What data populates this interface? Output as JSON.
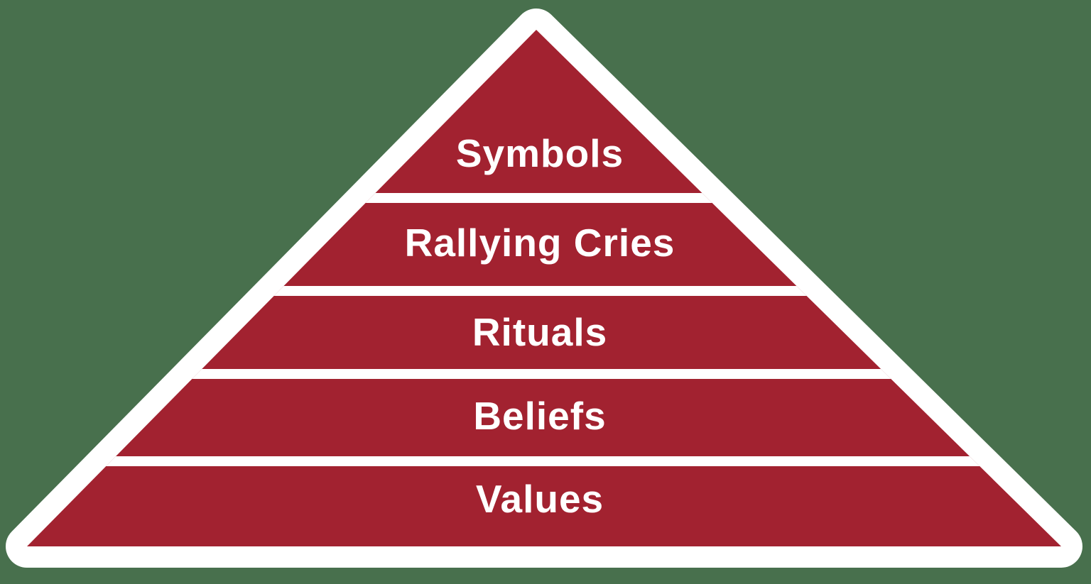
{
  "diagram": {
    "name": "culture-pyramid",
    "type": "pyramid",
    "tier_count": 5,
    "tiers": [
      {
        "label": "Symbols",
        "level": 1
      },
      {
        "label": "Rallying Cries",
        "level": 2
      },
      {
        "label": "Rituals",
        "level": 3
      },
      {
        "label": "Beliefs",
        "level": 4
      },
      {
        "label": "Values",
        "level": 5
      }
    ]
  },
  "colors": {
    "background_green": "#48704D",
    "pyramid_red": "#A22230",
    "outline_white": "#FFFFFF",
    "divider_white": "#FFFFFF",
    "label_text": "#FFFFFF"
  }
}
